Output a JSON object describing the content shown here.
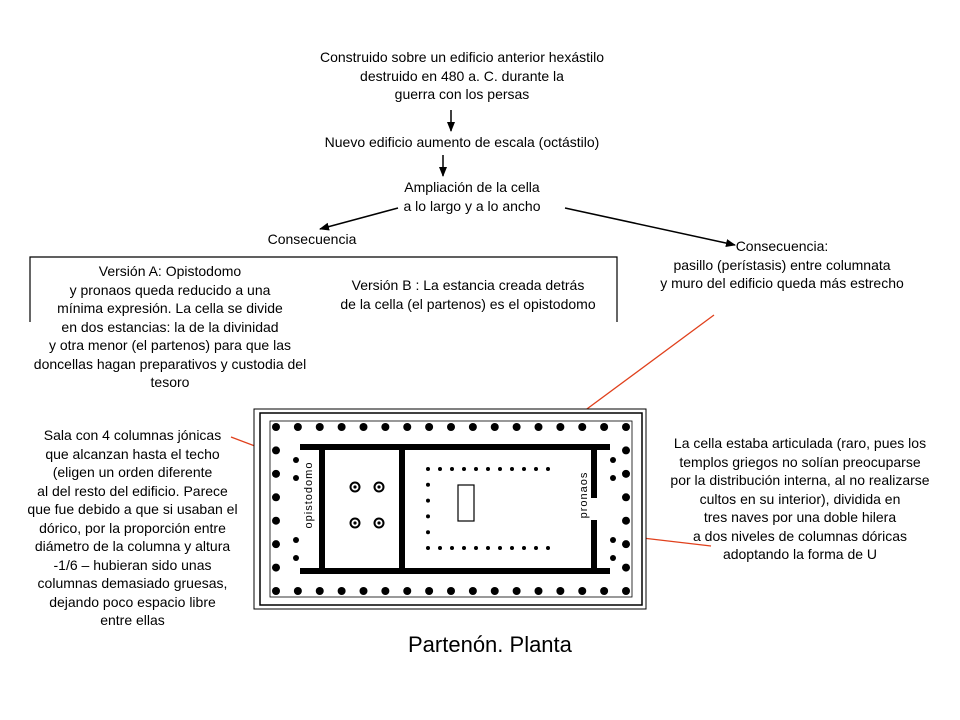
{
  "flow": {
    "origin": "Construido sobre un edificio anterior hexástilo\ndestruido en 480 a. C. durante la\nguerra con los persas",
    "new_building": "Nuevo edificio aumento de escala (octástilo)",
    "enlargement": "Ampliación de la cella\na lo largo y a lo ancho",
    "consequence_left": "Consecuencia",
    "consequence_right": "Consecuencia:\npasillo (perístasis) entre columnata\ny muro del edificio queda más estrecho"
  },
  "versions": {
    "version_a": "Versión A: Opistodomo\ny pronaos queda reducido a una\nmínima expresión. La cella se divide\nen dos estancias: la de la divinidad\ny otra menor (el partenos) para que las\ndoncellas hagan preparativos y custodia del\ntesoro",
    "version_b": "Versión B :  La estancia creada detrás\nde la cella (el partenos) es el opistodomo"
  },
  "notes": {
    "left": "Sala con 4 columnas jónicas\nque alcanzan hasta el techo\n(eligen un orden diferente\nal del resto del edificio. Parece\nque fue debido a que si usaban el\ndórico, por la proporción entre\ndiámetro de la columna y altura\n-1/6 – hubieran sido unas\ncolumnas demasiado gruesas,\ndejando poco espacio libre\nentre ellas",
    "right": "La cella estaba articulada (raro, pues los\ntemplos griegos no solían preocuparse\npor la distribución interna, al no realizarse\ncultos en su interior), dividida en\ntres naves por una doble hilera\na dos niveles de columnas dóricas\nadoptando la forma de U"
  },
  "plan": {
    "label_opistodomo": "opistodomo",
    "label_pronaos": "pronaos",
    "caption": "Partenón. Planta"
  },
  "colors": {
    "arrow_black": "#000000",
    "arrow_red": "#e0401c"
  }
}
